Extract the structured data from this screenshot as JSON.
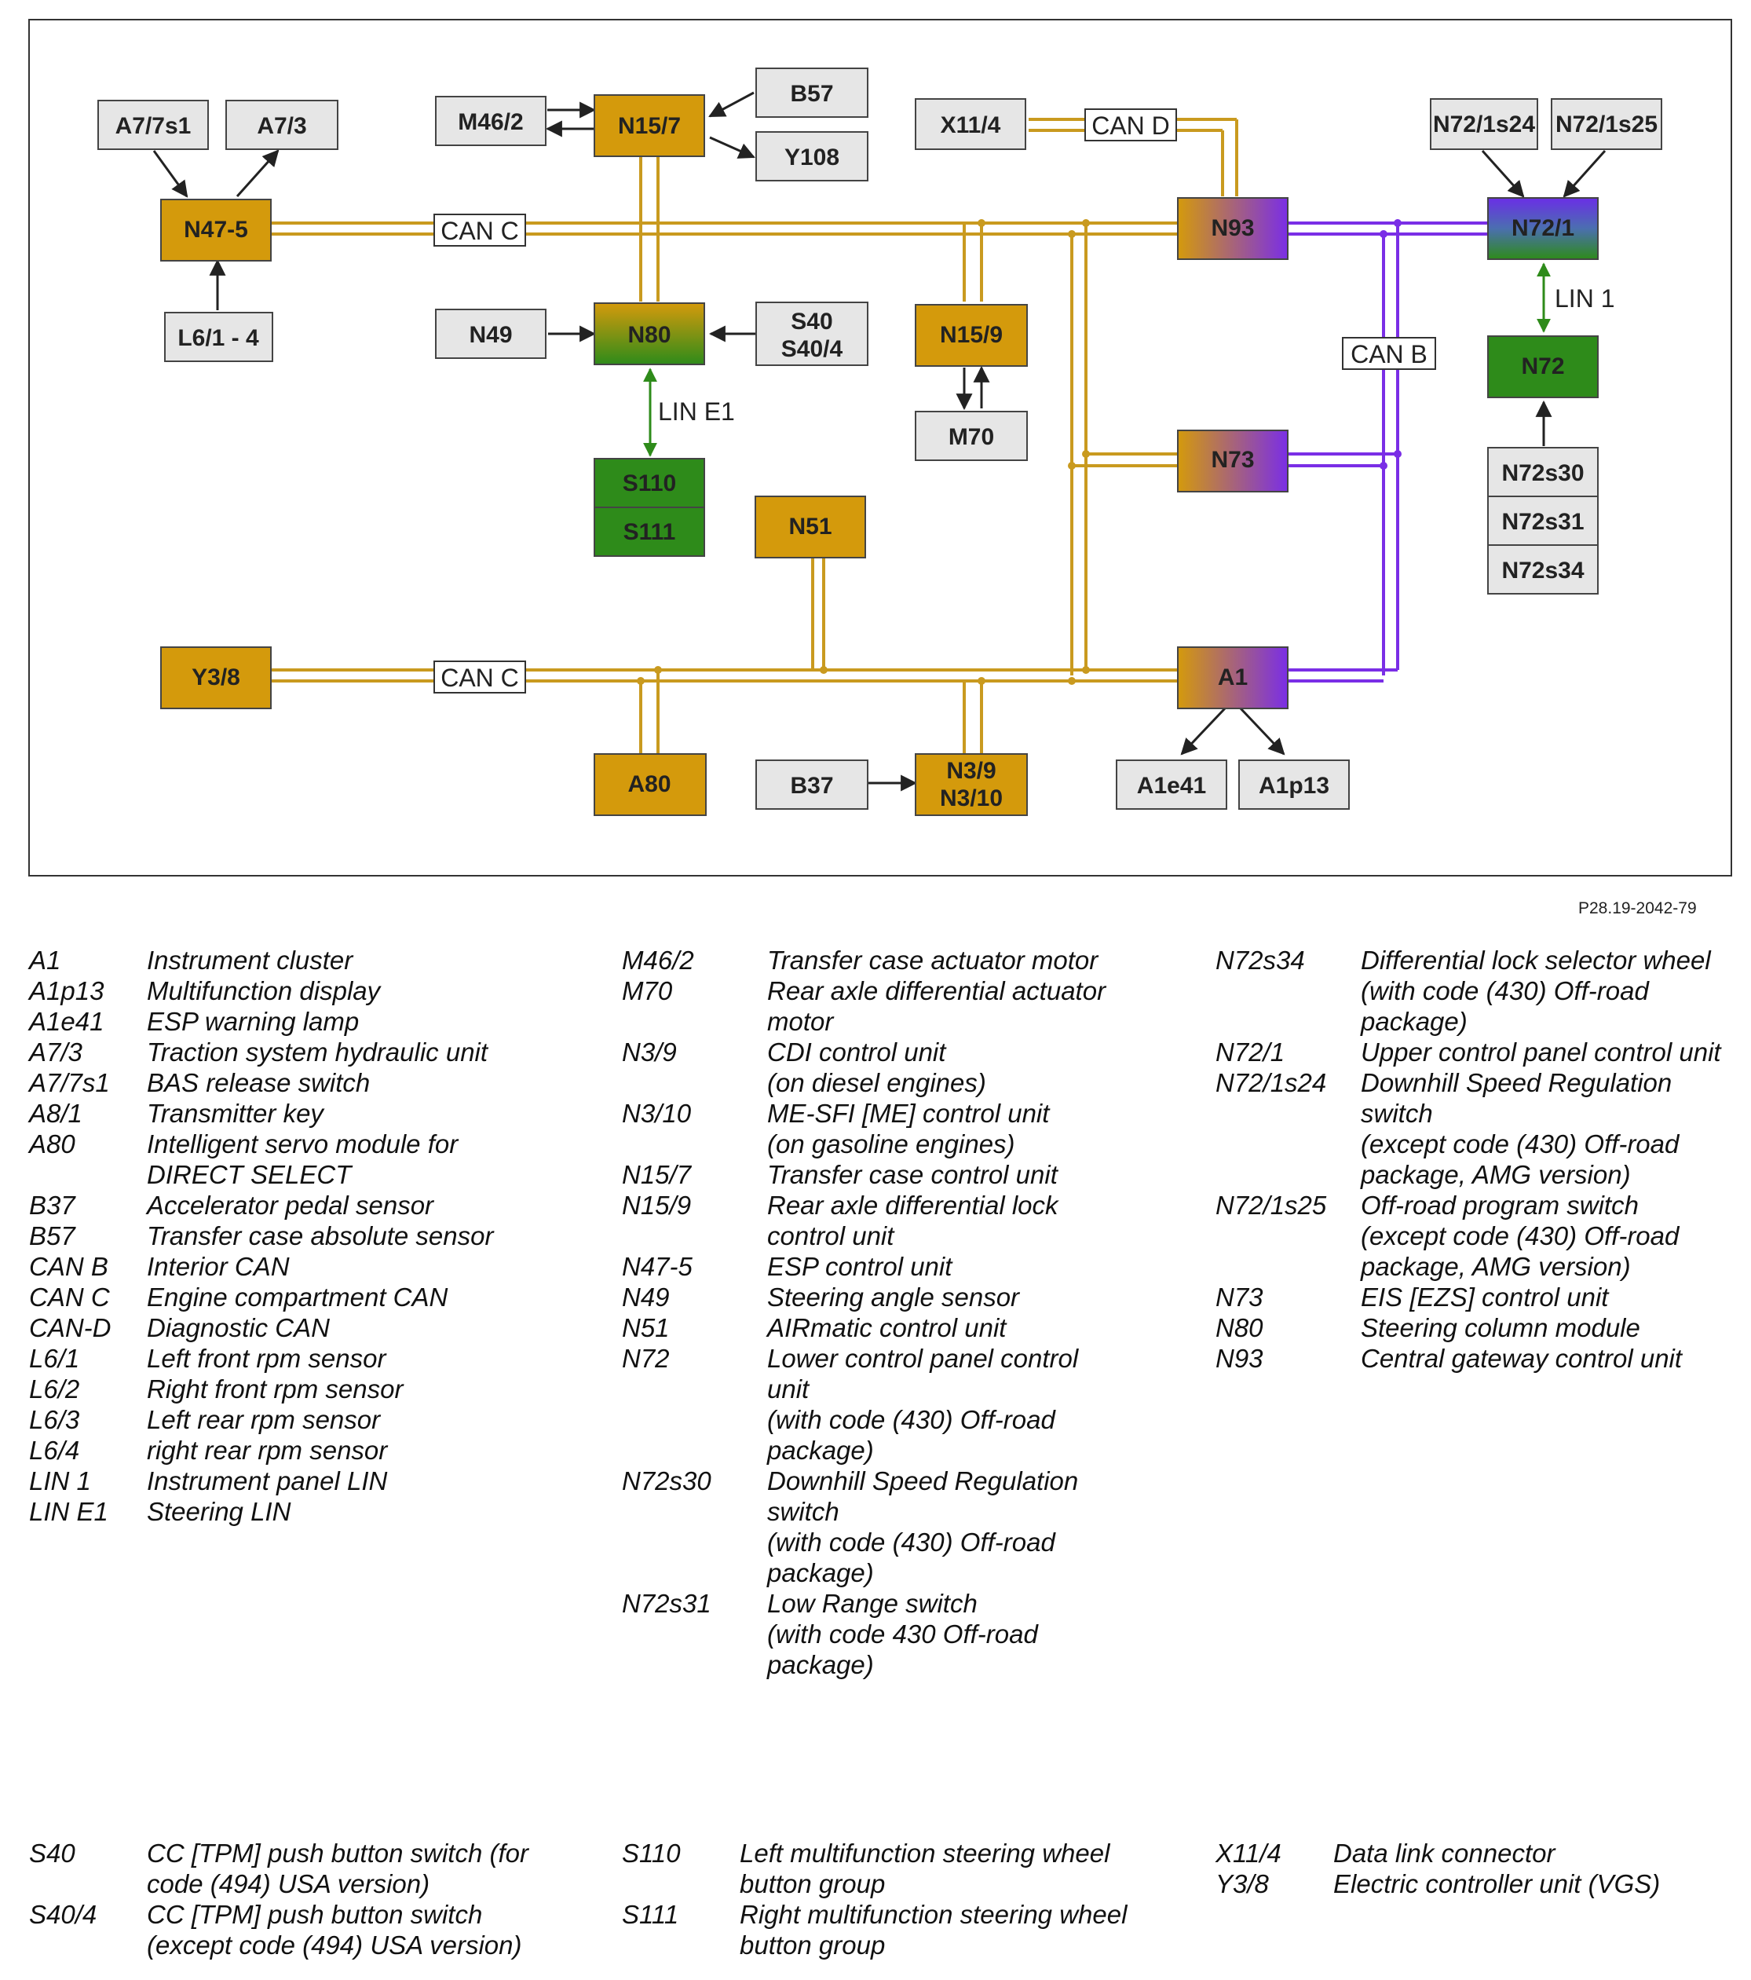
{
  "figure_id": "P28.19-2042-79",
  "colors": {
    "gold": "#d49a0c",
    "gold_line": "#c99a1f",
    "green": "#2e8b1a",
    "purple": "#7a2ee6",
    "gray": "#e6e6e6",
    "border": "#333333"
  },
  "boxes": {
    "A7_7s1": "A7/7s1",
    "A7_3": "A7/3",
    "N47_5": "N47-5",
    "L6_1_4": "L6/1 - 4",
    "M46_2": "M46/2",
    "N15_7": "N15/7",
    "B57": "B57",
    "Y108": "Y108",
    "N49": "N49",
    "N80": "N80",
    "S40": "S40",
    "S40_4": "S40/4",
    "S110": "S110",
    "S111": "S111",
    "X11_4": "X11/4",
    "N93": "N93",
    "N15_9": "N15/9",
    "M70": "M70",
    "N51": "N51",
    "N73": "N73",
    "N72_1s24": "N72/1s24",
    "N72_1s25": "N72/1s25",
    "N72_1": "N72/1",
    "N72": "N72",
    "N72s30": "N72s30",
    "N72s31": "N72s31",
    "N72s34": "N72s34",
    "Y3_8": "Y3/8",
    "A80": "A80",
    "B37": "B37",
    "N3_9": "N3/9",
    "N3_10": "N3/10",
    "A1": "A1",
    "A1e41": "A1e41",
    "A1p13": "A1p13"
  },
  "bus_labels": {
    "can_c_top": "CAN C",
    "can_c_bottom": "CAN C",
    "can_d": "CAN D",
    "can_b": "CAN B",
    "lin_1": "LIN 1",
    "lin_e1": "LIN E1"
  },
  "legend": {
    "col1": [
      {
        "code": "A1",
        "desc": "Instrument cluster"
      },
      {
        "code": "A1p13",
        "desc": "Multifunction display"
      },
      {
        "code": "A1e41",
        "desc": "ESP warning lamp"
      },
      {
        "code": "A7/3",
        "desc": "Traction system hydraulic unit"
      },
      {
        "code": "A7/7s1",
        "desc": "BAS release switch"
      },
      {
        "code": "A8/1",
        "desc": "Transmitter key"
      },
      {
        "code": "A80",
        "desc": "Intelligent servo module for\nDIRECT SELECT"
      },
      {
        "code": "B37",
        "desc": "Accelerator pedal sensor"
      },
      {
        "code": "B57",
        "desc": "Transfer case absolute sensor"
      },
      {
        "code": "CAN B",
        "desc": "Interior CAN"
      },
      {
        "code": "CAN C",
        "desc": "Engine compartment CAN"
      },
      {
        "code": "CAN-D",
        "desc": "Diagnostic CAN"
      },
      {
        "code": "L6/1",
        "desc": "Left front rpm sensor"
      },
      {
        "code": "L6/2",
        "desc": "Right front rpm sensor"
      },
      {
        "code": "L6/3",
        "desc": "Left rear rpm sensor"
      },
      {
        "code": "L6/4",
        "desc": "right rear rpm sensor"
      },
      {
        "code": "LIN 1",
        "desc": "Instrument panel LIN"
      },
      {
        "code": "LIN E1",
        "desc": "Steering LIN"
      }
    ],
    "col2": [
      {
        "code": "M46/2",
        "desc": "Transfer case actuator motor"
      },
      {
        "code": "M70",
        "desc": "Rear axle differential actuator\nmotor"
      },
      {
        "code": "N3/9",
        "desc": "CDI control unit\n(on diesel engines)"
      },
      {
        "code": "N3/10",
        "desc": "ME-SFI [ME] control unit\n(on gasoline engines)"
      },
      {
        "code": "N15/7",
        "desc": "Transfer case control unit"
      },
      {
        "code": "N15/9",
        "desc": "Rear axle differential lock\ncontrol unit"
      },
      {
        "code": "N47-5",
        "desc": "ESP control unit"
      },
      {
        "code": "N49",
        "desc": "Steering angle sensor"
      },
      {
        "code": "N51",
        "desc": "AIRmatic control unit"
      },
      {
        "code": "N72",
        "desc": "Lower control panel control\nunit\n(with code (430) Off-road\npackage)"
      },
      {
        "code": "N72s30",
        "desc": "Downhill Speed Regulation\nswitch\n(with code (430) Off-road\npackage)"
      },
      {
        "code": "N72s31",
        "desc": "Low Range switch\n(with code 430 Off-road\npackage)"
      }
    ],
    "col3": [
      {
        "code": "N72s34",
        "desc": "Differential lock selector wheel\n(with code (430) Off-road\npackage)"
      },
      {
        "code": "N72/1",
        "desc": "Upper control panel control unit"
      },
      {
        "code": "N72/1s24",
        "desc": "Downhill Speed Regulation\nswitch\n(except code (430) Off-road\npackage, AMG version)"
      },
      {
        "code": "N72/1s25",
        "desc": "Off-road program switch\n(except code (430) Off-road\npackage, AMG version)"
      },
      {
        "code": "N73",
        "desc": "EIS [EZS] control unit"
      },
      {
        "code": "N80",
        "desc": "Steering column module"
      },
      {
        "code": "N93",
        "desc": "Central gateway control unit"
      }
    ],
    "col4": [
      {
        "code": "S40",
        "desc": "CC [TPM] push button switch (for\ncode (494) USA version)"
      },
      {
        "code": "S40/4",
        "desc": "CC [TPM] push button switch\n(except code (494) USA version)"
      }
    ],
    "col5": [
      {
        "code": "S110",
        "desc": "Left multifunction steering wheel\nbutton group"
      },
      {
        "code": "S111",
        "desc": "Right multifunction steering wheel\nbutton group"
      }
    ],
    "col6": [
      {
        "code": "X11/4",
        "desc": "Data link connector"
      },
      {
        "code": "Y3/8",
        "desc": "Electric controller unit (VGS)"
      }
    ]
  }
}
